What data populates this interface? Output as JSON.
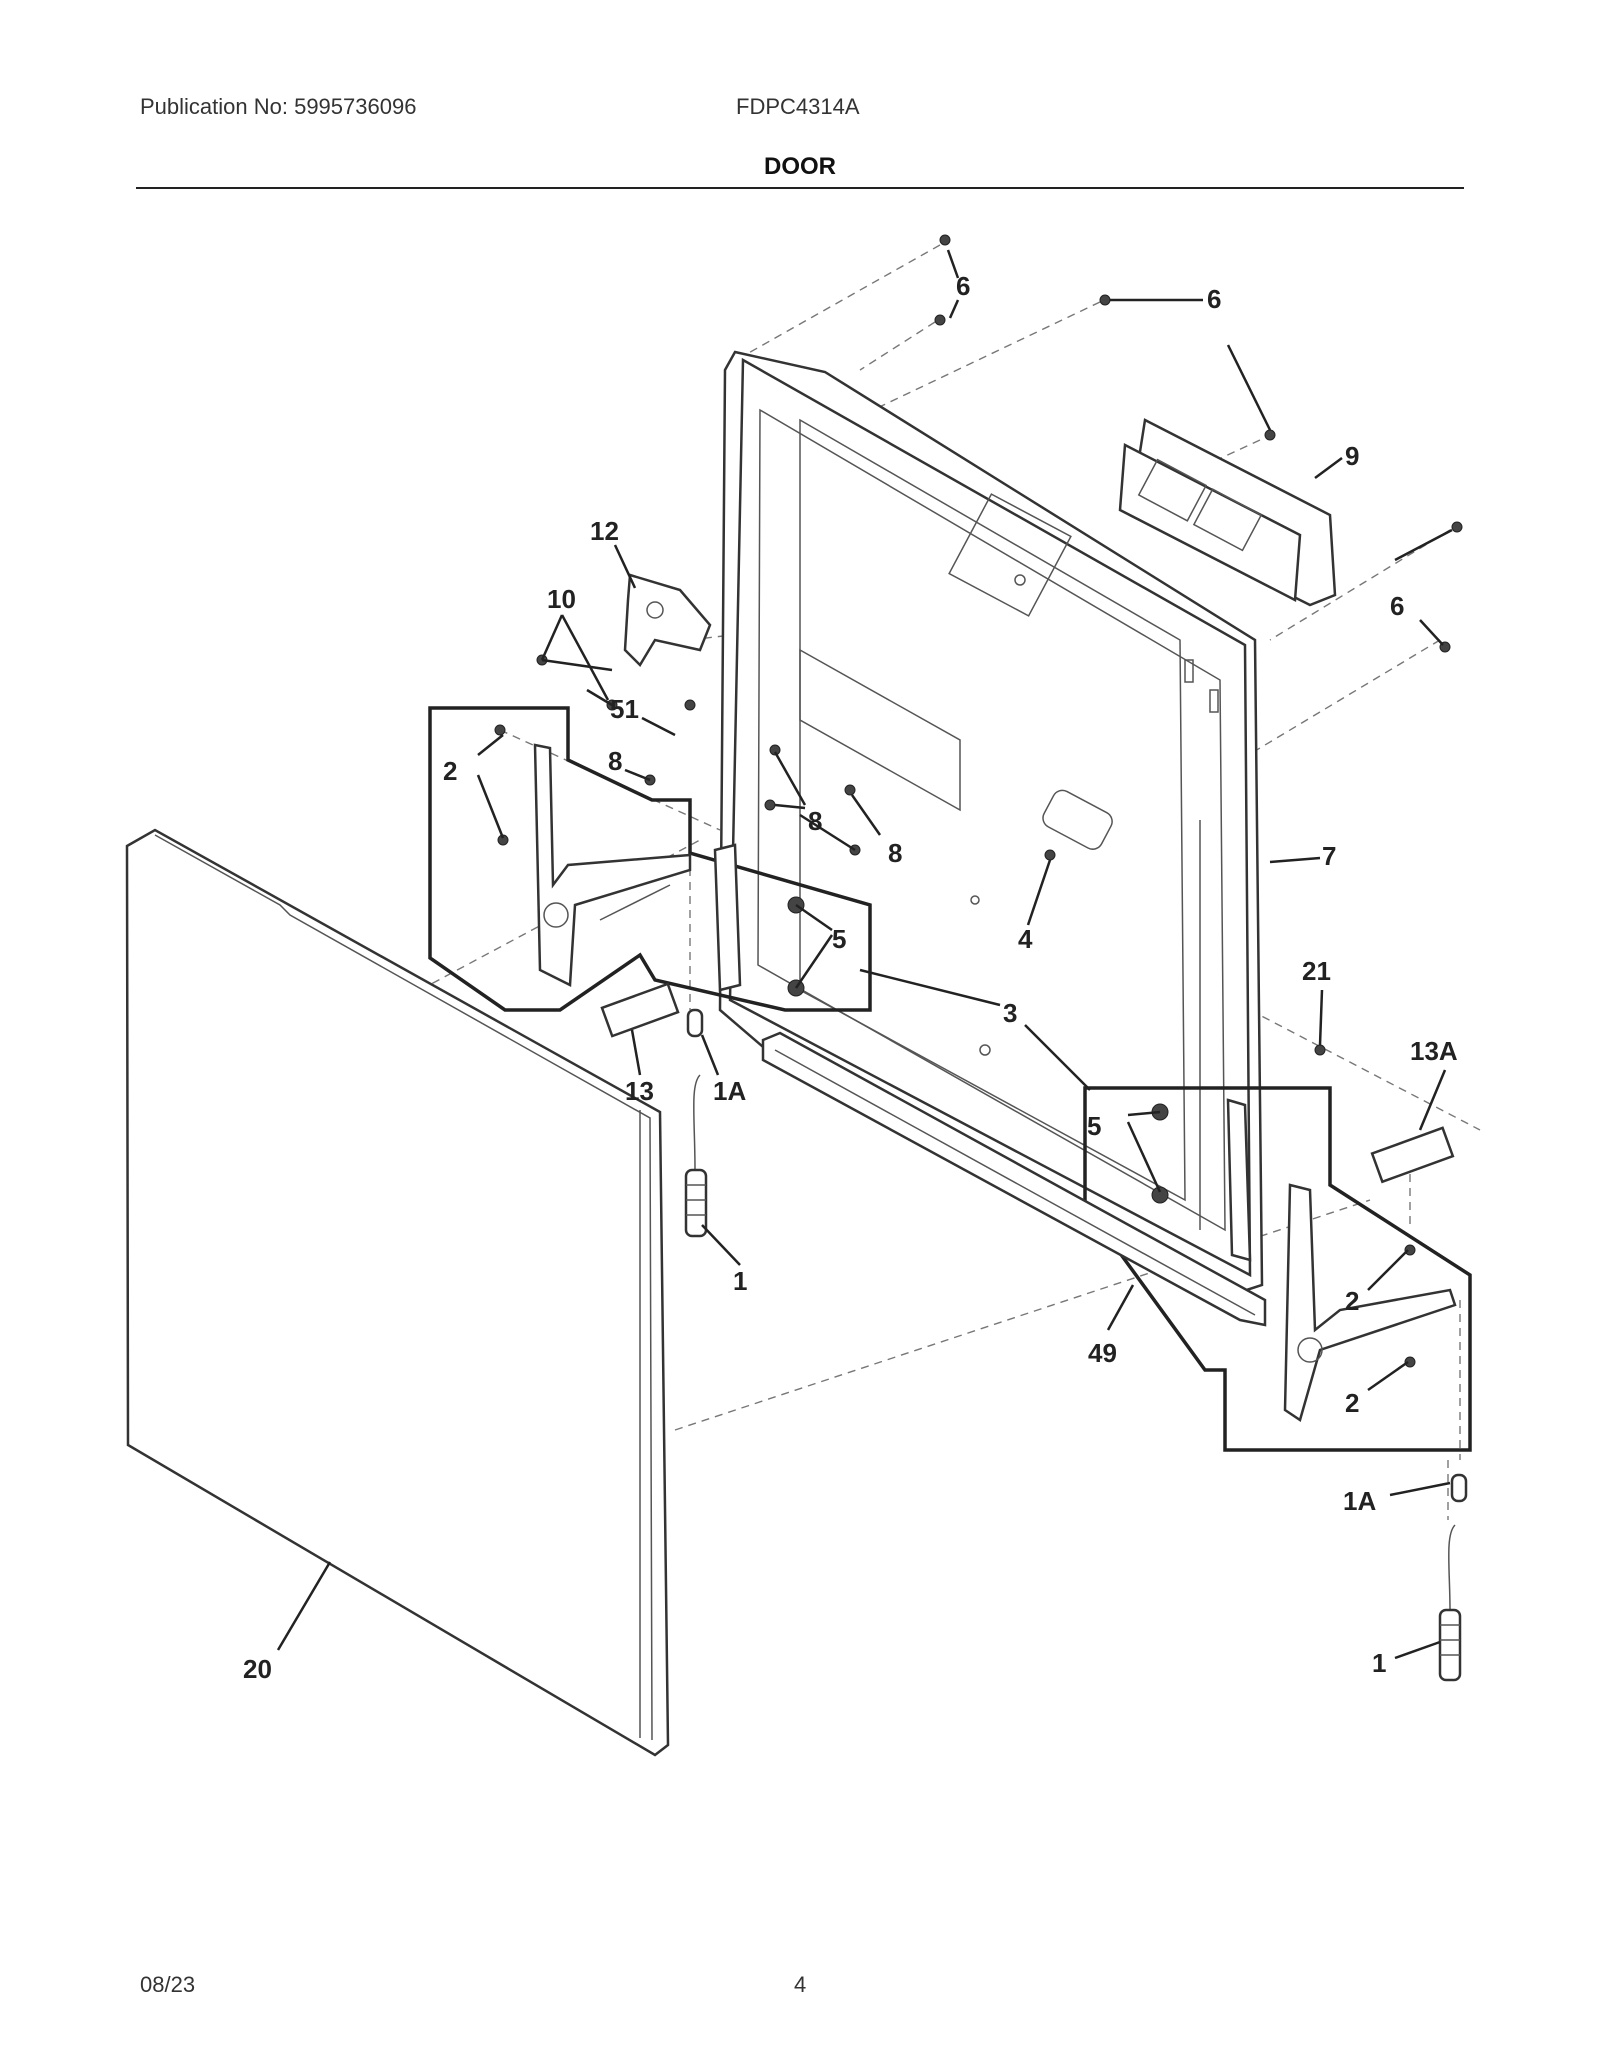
{
  "header": {
    "publication": "Publication No: 5995736096",
    "model": "FDPC4314A",
    "section_title": "DOOR"
  },
  "footer": {
    "date": "08/23",
    "page_number": "4"
  },
  "callouts": {
    "c6a": "6",
    "c6b": "6",
    "c6c": "6",
    "c9": "9",
    "c12": "12",
    "c10": "10",
    "c51": "51",
    "c8a": "8",
    "c8b": "8",
    "c8c": "8",
    "c2a": "2",
    "c2b": "2",
    "c2c": "2",
    "c5a": "5",
    "c5b": "5",
    "c7": "7",
    "c4": "4",
    "c3": "3",
    "c21": "21",
    "c13A": "13A",
    "c13": "13",
    "c1Aa": "1A",
    "c1Ab": "1A",
    "c1a": "1",
    "c1b": "1",
    "c49": "49",
    "c20": "20"
  }
}
